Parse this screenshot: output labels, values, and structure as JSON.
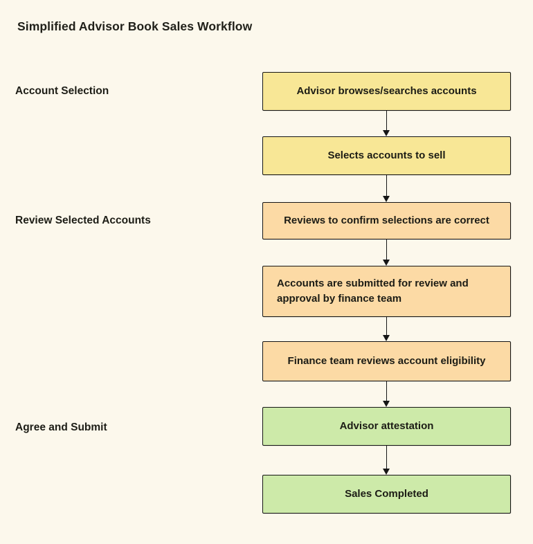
{
  "diagram": {
    "title": "Simplified Advisor Book Sales Workflow",
    "lanes": [
      {
        "label": "Account Selection"
      },
      {
        "label": "Review Selected Accounts"
      },
      {
        "label": "Agree and Submit"
      }
    ],
    "nodes": [
      {
        "id": "browse-accounts",
        "stage": "Account Selection",
        "label": "Advisor browses/searches accounts",
        "fill": "#f8e796"
      },
      {
        "id": "select-accounts",
        "stage": "Account Selection",
        "label": "Selects accounts to sell",
        "fill": "#f8e796"
      },
      {
        "id": "review-selections",
        "stage": "Review Selected Accounts",
        "label": "Reviews to confirm selections are correct",
        "fill": "#fcdaa5"
      },
      {
        "id": "submit-for-review",
        "stage": "Review Selected Accounts",
        "label": "Accounts are submitted for review and\napproval by finance team",
        "fill": "#fcdaa5"
      },
      {
        "id": "finance-review",
        "stage": "Review Selected Accounts",
        "label": "Finance team reviews account eligibility",
        "fill": "#fcdaa5"
      },
      {
        "id": "attestation",
        "stage": "Agree and Submit",
        "label": "Advisor attestation",
        "fill": "#cdeaa9"
      },
      {
        "id": "sales-completed",
        "stage": "Agree and Submit",
        "label": "Sales Completed",
        "fill": "#cdeaa9"
      }
    ],
    "colors": {
      "background": "#fcf8ec",
      "node_border": "#141414",
      "text": "#1c1c15",
      "stage_account_selection_fill": "#f8e796",
      "stage_review_fill": "#fcdaa5",
      "stage_agree_submit_fill": "#cdeaa9",
      "arrow": "#161616"
    }
  }
}
